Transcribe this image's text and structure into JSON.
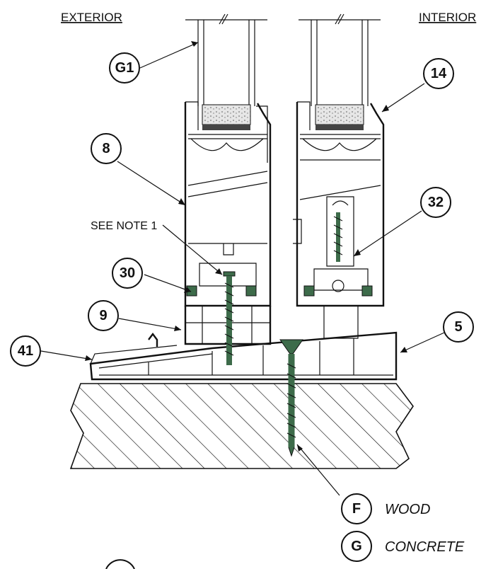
{
  "headers": {
    "exterior": "EXTERIOR",
    "interior": "INTERIOR"
  },
  "callouts": {
    "g1": "G1",
    "c14": "14",
    "c8": "8",
    "c32": "32",
    "c30": "30",
    "c9": "9",
    "c5": "5",
    "c41": "41"
  },
  "note": "SEE NOTE 1",
  "legend": [
    {
      "key": "F",
      "text": "WOOD"
    },
    {
      "key": "G",
      "text": "CONCRETE"
    }
  ]
}
